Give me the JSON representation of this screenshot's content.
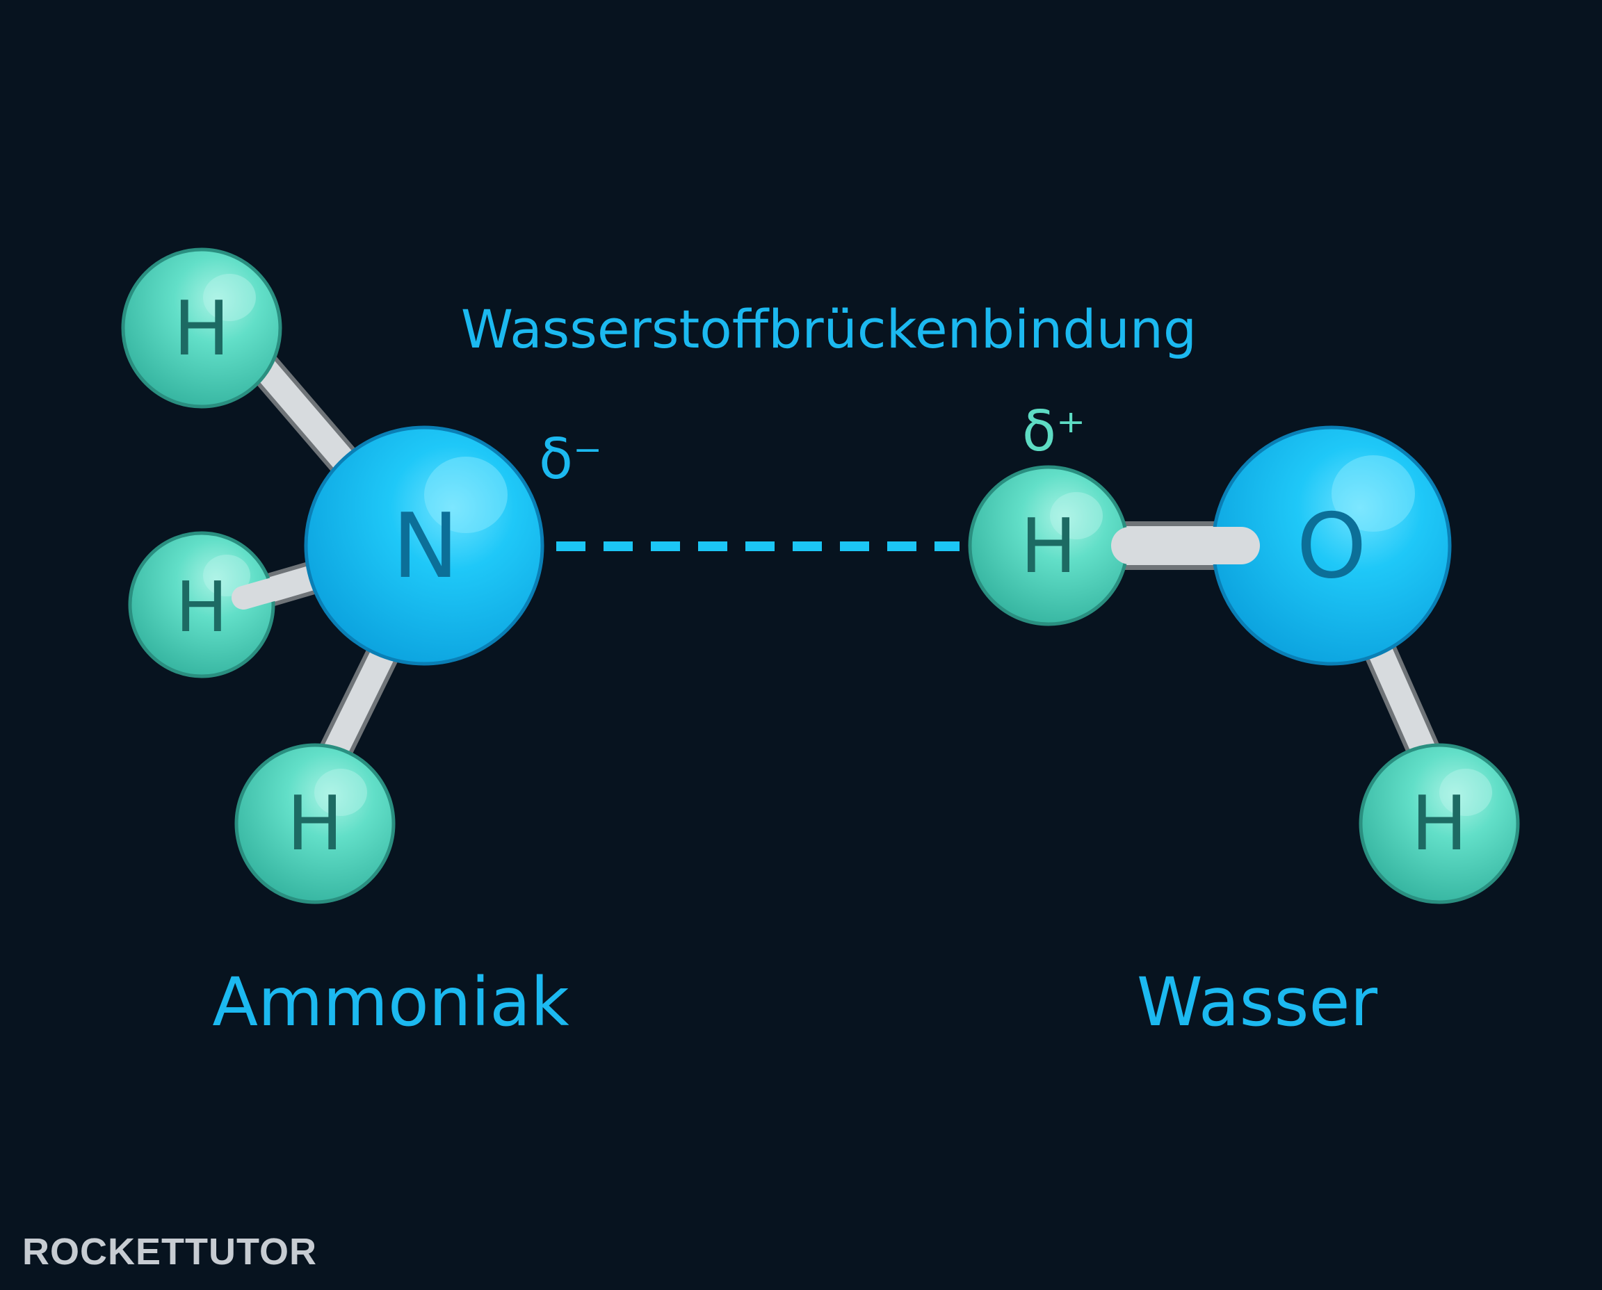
{
  "diagram": {
    "title": "Wasserstoffbrückenbindung",
    "ammonia": {
      "name": "Ammoniak",
      "center_atom": "N",
      "hydrogens": [
        "H",
        "H",
        "H"
      ],
      "partial_charge": "δ⁻"
    },
    "water": {
      "name": "Wasser",
      "center_atom": "O",
      "bonding_hydrogen": "H",
      "other_hydrogen": "H",
      "partial_charge": "δ⁺"
    },
    "bond_type": "hydrogen-bond-dashed-line"
  },
  "logo": {
    "text": "ROCKETTUTOR"
  },
  "colors": {
    "background": "#07131f",
    "nitrogen_oxygen": "#14c3f5",
    "hydrogen": "#5edcc4",
    "bond": "#d3d7da",
    "label": "#1cb9f0",
    "delta_plus": "#5edcc4"
  }
}
